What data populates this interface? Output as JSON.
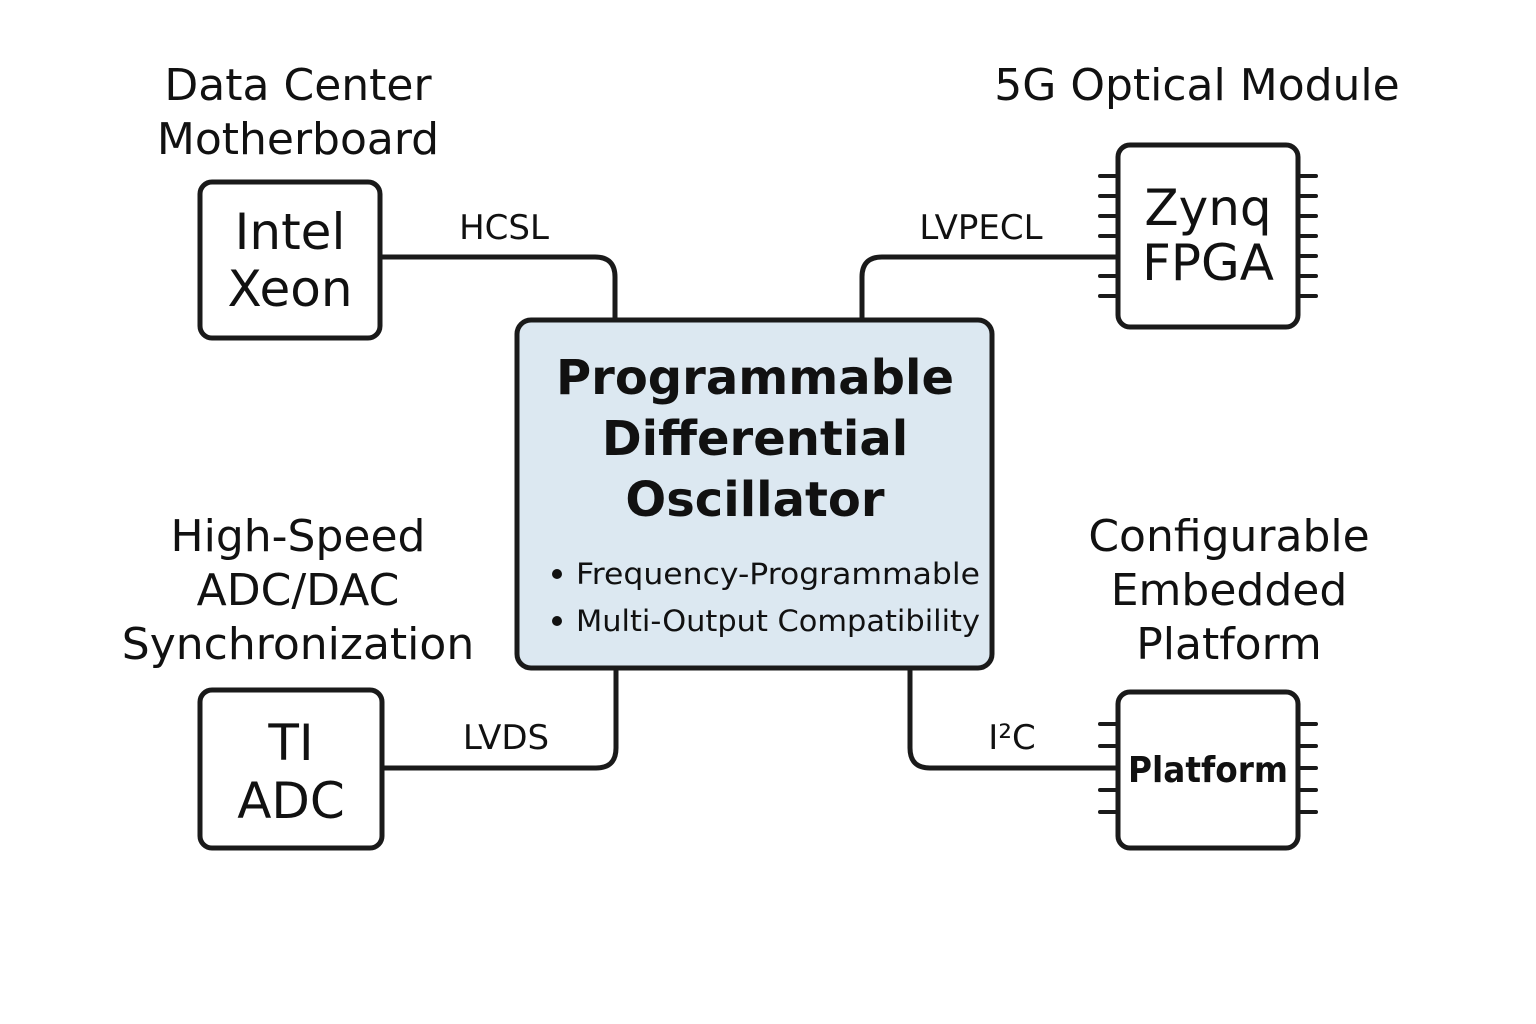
{
  "colors": {
    "center_fill": "#dce8f1",
    "stroke": "#1a1a1a",
    "text": "#111111",
    "background": "#ffffff"
  },
  "center": {
    "title_lines": [
      "Programmable",
      "Differential",
      "Oscillator"
    ],
    "bullets": [
      "Frequency-Programmable",
      "Multi-Output Compatibility"
    ]
  },
  "top_left": {
    "heading_lines": [
      "Data Center",
      "Motherboard"
    ],
    "chip_lines": [
      "Intel",
      "Xeon"
    ],
    "signal": "HCSL"
  },
  "top_right": {
    "heading_lines": [
      "5G Optical Module"
    ],
    "chip_lines": [
      "Zynq",
      "FPGA"
    ],
    "signal": "LVPECL"
  },
  "bottom_left": {
    "heading_lines": [
      "High-Speed",
      "ADC/DAC",
      "Synchronization"
    ],
    "chip_lines": [
      "TI",
      "ADC"
    ],
    "signal": "LVDS"
  },
  "bottom_right": {
    "heading_lines": [
      "Configurable",
      "Embedded",
      "Platform"
    ],
    "chip_lines": [
      "Platform"
    ],
    "signal": "I²C"
  }
}
